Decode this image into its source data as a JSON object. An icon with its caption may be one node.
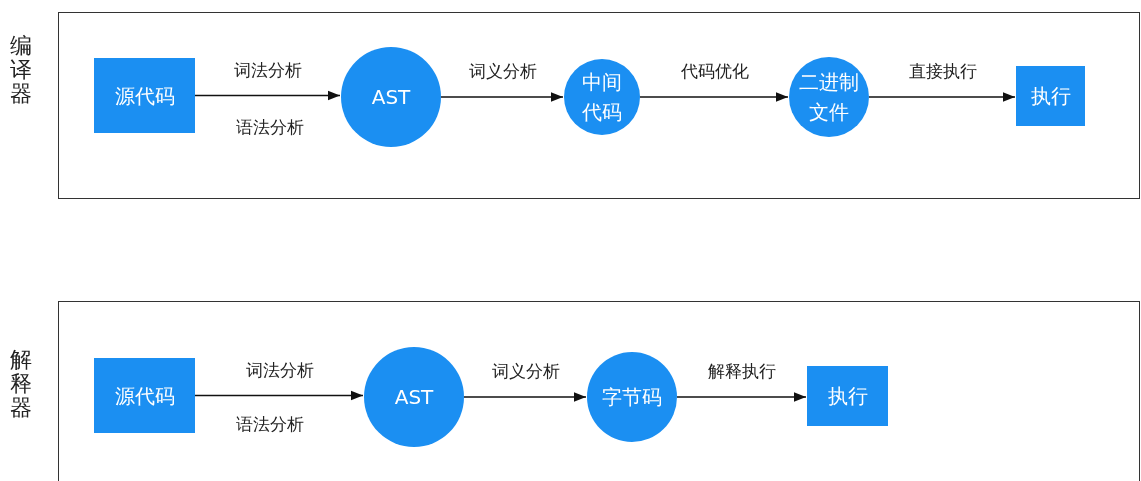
{
  "diagram": {
    "nodes": [
      {
        "text": [
          "编译器"
        ]
      },
      {
        "text": [
          "源代码"
        ],
        "in": 0
      },
      {
        "text": [
          "AST"
        ],
        "in": 0
      },
      {
        "text": [
          "中间代码"
        ],
        "in": 0
      },
      {
        "text": [
          "二进制文件"
        ],
        "in": 0
      },
      {
        "text": [
          "执行"
        ],
        "in": 0
      },
      {
        "text": [
          "解释器"
        ]
      },
      {
        "text": [
          "源代码"
        ],
        "in": 6
      },
      {
        "text": [
          "AST"
        ],
        "in": 6
      },
      {
        "text": [
          "字节码"
        ],
        "in": 6
      },
      {
        "text": [
          "执行"
        ],
        "in": 6
      }
    ],
    "edges": [
      {
        "from": 1,
        "to": 2,
        "arrow": "to",
        "label": "词法分析"
      },
      {
        "from": 2,
        "to": 3,
        "arrow": "to",
        "label": "词义分析"
      },
      {
        "from": 3,
        "to": 4,
        "arrow": "to",
        "label": "代码优化"
      },
      {
        "from": 4,
        "to": 5,
        "arrow": "to",
        "label": "直接执行"
      },
      {
        "from": 7,
        "to": 8,
        "arrow": "to",
        "label": "词法分析"
      },
      {
        "from": 8,
        "to": 9,
        "arrow": "to",
        "label": "词义分析"
      },
      {
        "from": 9,
        "to": 10,
        "arrow": "to",
        "label": "解释执行"
      }
    ],
    "labels": [
      "语法分析",
      "语法分析"
    ]
  }
}
